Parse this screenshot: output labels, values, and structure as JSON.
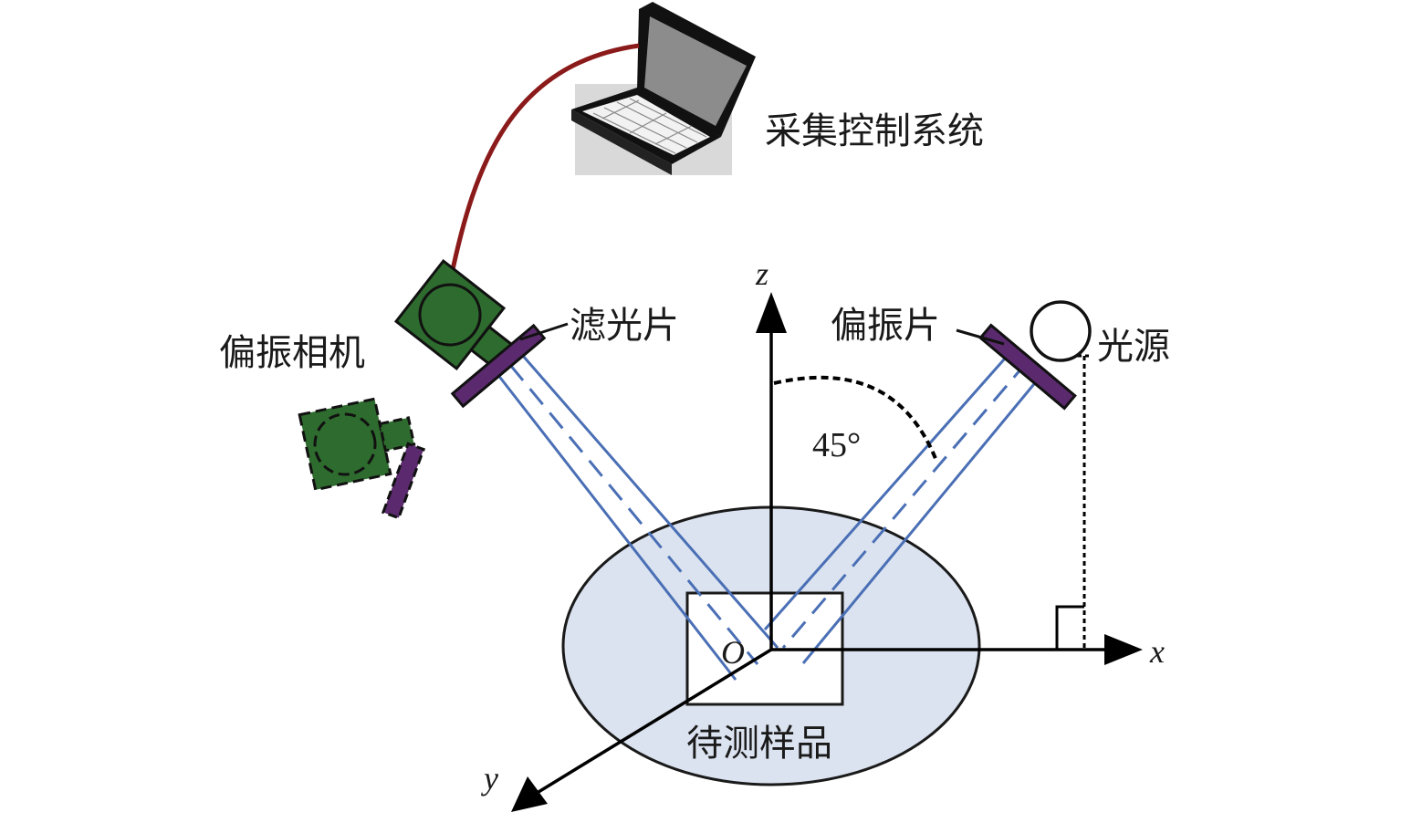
{
  "labels": {
    "system": "采集控制系统",
    "camera": "偏振相机",
    "filter": "滤光片",
    "polarizer": "偏振片",
    "light_source": "光源",
    "sample": "待测样品",
    "angle": "45°",
    "axis_x": "x",
    "axis_y": "y",
    "axis_z": "z",
    "origin": "O"
  },
  "colors": {
    "camera_body": "#2e6b2e",
    "filter": "#5b2a6e",
    "cable": "#8b1a1a",
    "beam": "#4a6fb5",
    "sample_disk": "#dbe3f0",
    "laptop_screen": "#8c8c8c"
  },
  "icons": {
    "laptop": "laptop-icon",
    "camera": "camera-icon",
    "light": "circle-icon"
  }
}
